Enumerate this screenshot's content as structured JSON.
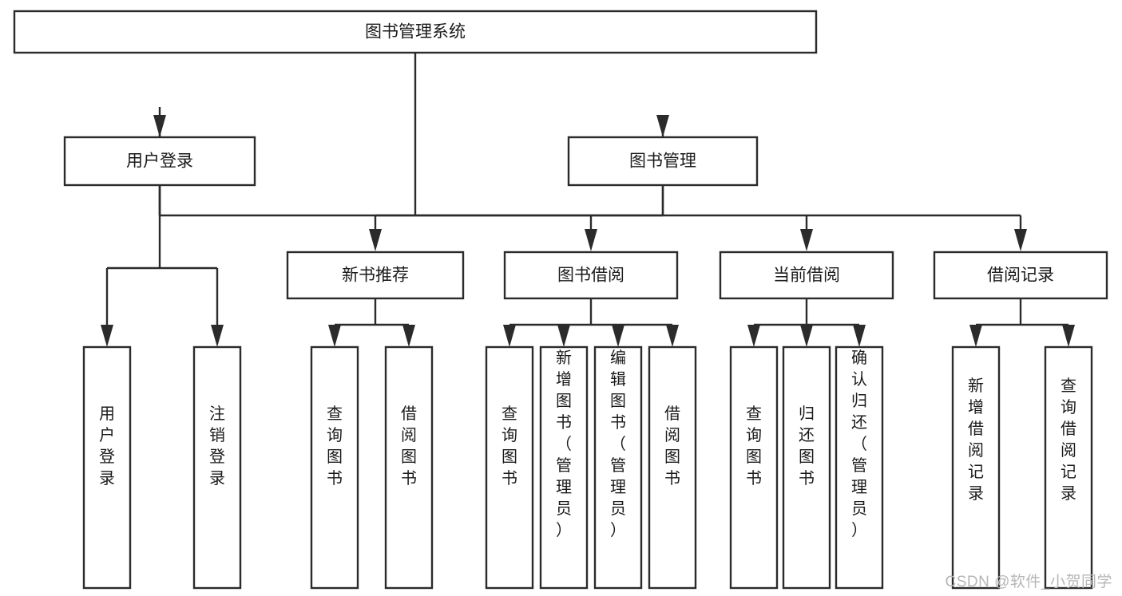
{
  "diagram": {
    "title": "图书管理系统",
    "watermark": "CSDN @软件_小贺同学",
    "colors": {
      "stroke": "#2b2b2b",
      "fill": "#ffffff",
      "text": "#1a1a1a",
      "watermark": "#b6b6b6"
    },
    "levels": {
      "root": {
        "label": "图书管理系统"
      },
      "level1": [
        {
          "label": "用户登录"
        },
        {
          "label": "图书管理"
        }
      ],
      "level2": [
        {
          "label": "新书推荐"
        },
        {
          "label": "图书借阅"
        },
        {
          "label": "当前借阅"
        },
        {
          "label": "借阅记录"
        }
      ],
      "leaves_user_login": [
        {
          "label": "用户登录"
        },
        {
          "label": "注销登录"
        }
      ],
      "leaves_new_book": [
        {
          "label": "查询图书"
        },
        {
          "label": "借阅图书"
        }
      ],
      "leaves_borrow": [
        {
          "label": "查询图书"
        },
        {
          "label": "新增图书（管理员）"
        },
        {
          "label": "编辑图书（管理员）"
        },
        {
          "label": "借阅图书"
        }
      ],
      "leaves_current": [
        {
          "label": "查询图书"
        },
        {
          "label": "归还图书"
        },
        {
          "label": "确认归还（管理员）"
        }
      ],
      "leaves_record": [
        {
          "label": "新增借阅记录"
        },
        {
          "label": "查询借阅记录"
        }
      ]
    }
  }
}
